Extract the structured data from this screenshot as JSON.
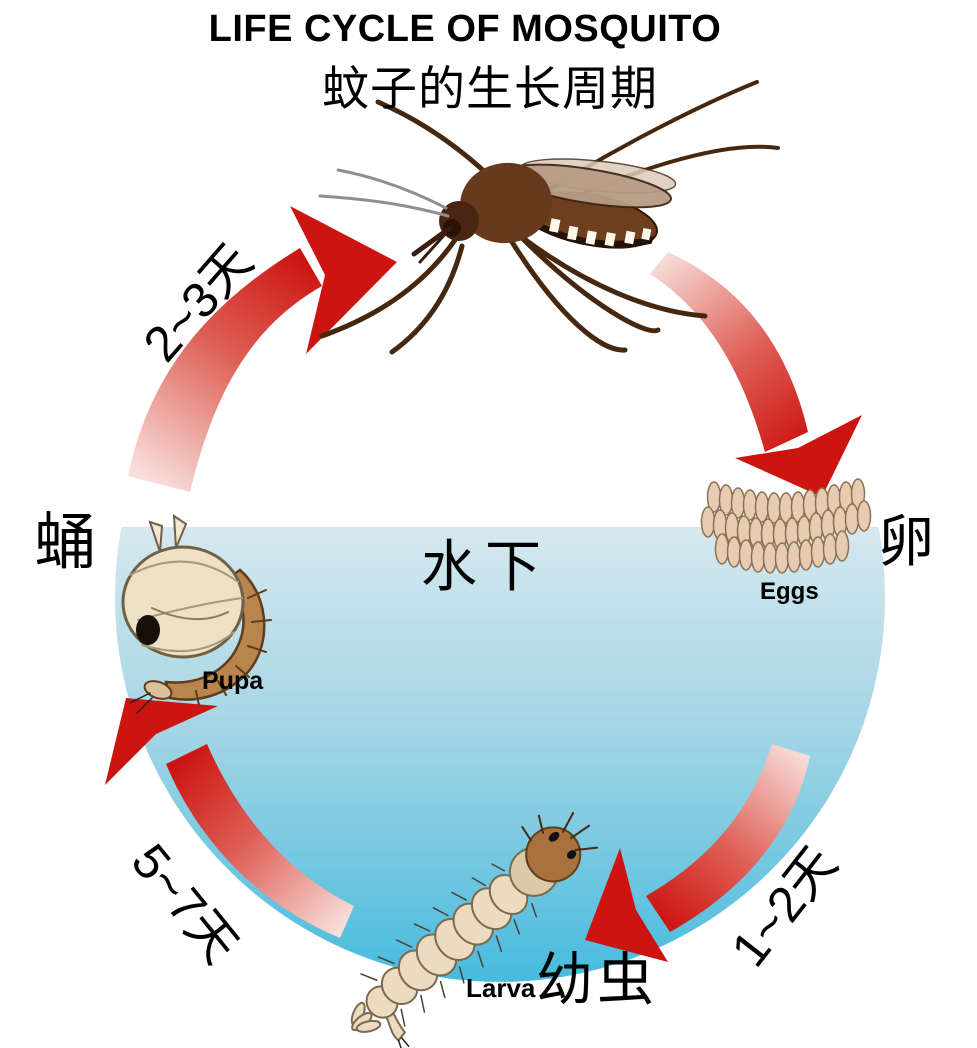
{
  "title": {
    "main": "LIFE CYCLE OF MOSQUITO",
    "sub": "蚊子的生长周期"
  },
  "water": {
    "label": "水下"
  },
  "stages": {
    "eggs": {
      "en": "Eggs",
      "zh": "卵"
    },
    "larva": {
      "en": "Larva",
      "zh": "幼虫"
    },
    "pupa": {
      "en": "Pupa",
      "zh": "蛹"
    }
  },
  "durations": {
    "pupa_to_adult": "2~3天",
    "eggs_to_larva": "1~2天",
    "larva_to_pupa": "5~7天"
  },
  "colors": {
    "arrow_red": "#cc1411",
    "arrow_tail_pink": "#f5cfcc",
    "water_top": "#d4e6ee",
    "water_bottom": "#47bbde",
    "egg_fill": "#e6ccb1",
    "body_brown": "#5d3317",
    "text": "#000000"
  }
}
